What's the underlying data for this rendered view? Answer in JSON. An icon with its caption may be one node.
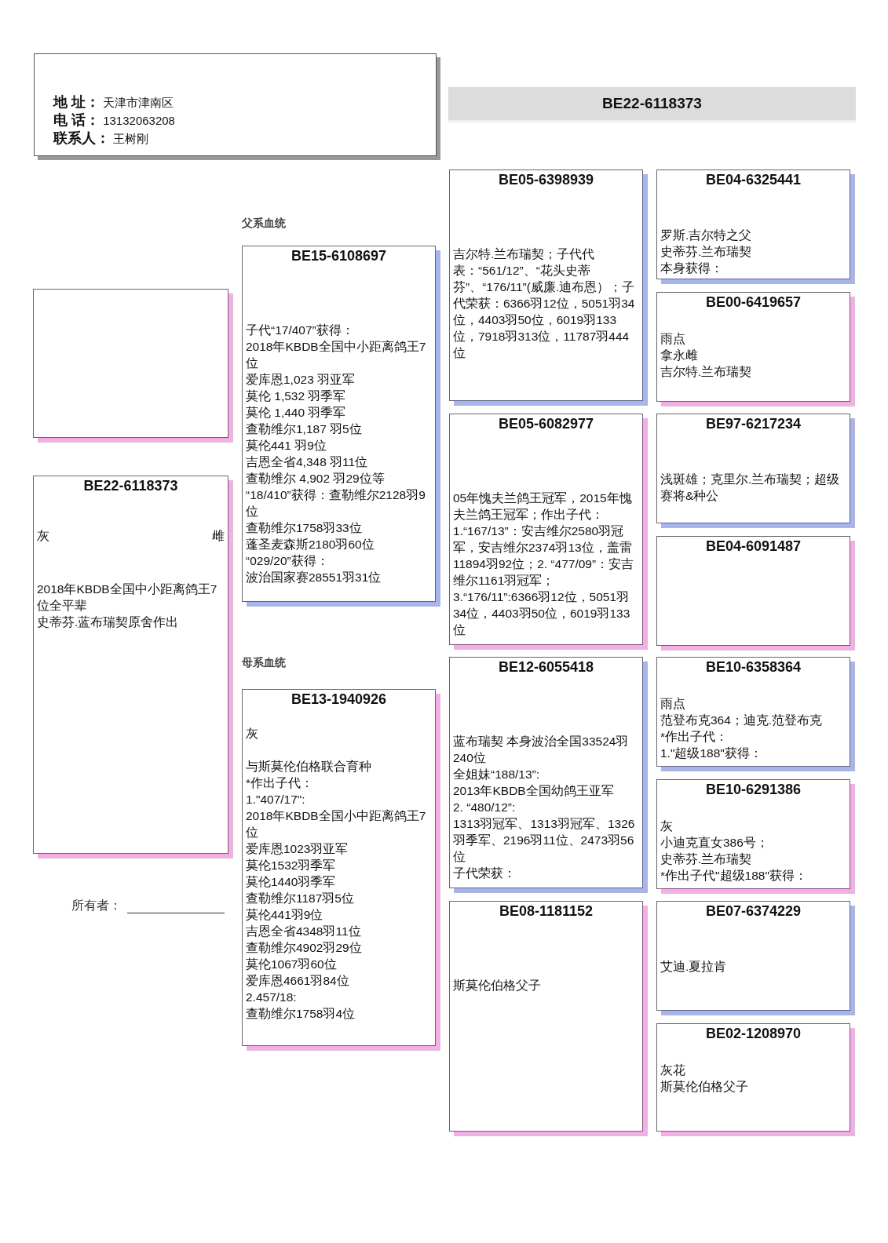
{
  "diagram": {
    "nodes": [
      {
        "text": [
          "**地 址：** 天津市津南区",
          "**电 话：** 13132063208",
          "**联系人：** 王树刚"
        ]
      },
      {
        "text": [
          "BE22-6118373"
        ]
      },
      {
        "text": [],
        "shape": "box"
      },
      {
        "text": [
          "BE22-6118373",
          "灰",
          "雌",
          "2018年KBDB全国中小距离鸽王7位全平辈",
          "史蒂芬.蓝布瑞契原舍作出"
        ]
      },
      {
        "text": [
          "BE15-6108697",
          "子代“17/407”获得：",
          "2018年KBDB全国中小距离鸽王7位",
          "爱库恩1,023 羽亚军",
          "莫伦 1,532 羽季军",
          "莫伦 1,440 羽季军",
          "查勒维尔1,187 羽5位",
          "莫伦441 羽9位",
          "吉恩全省4,348 羽11位",
          "查勒维尔 4,902 羽29位等",
          "“18/410”获得：查勒维尔2128羽9位",
          "查勒维尔1758羽33位",
          "蓬圣麦森斯2180羽60位",
          "“029/20”获得：",
          "波治国家赛28551羽31位"
        ]
      },
      {
        "text": [
          "BE13-1940926",
          "灰",
          "与斯莫伦伯格联合育种",
          "*作出子代：",
          "1.\"407/17\":",
          "2018年KBDB全国小中距离鸽王7 位",
          "爱库恩1023羽亚军",
          "莫伦1532羽季军",
          "莫伦1440羽季军",
          "查勒维尔1187羽5位",
          "莫伦441羽9位",
          "吉恩全省4348羽11位",
          "查勒维尔4902羽29位",
          "莫伦1067羽60位",
          "爱库恩4661羽84位",
          "2.457/18:",
          "查勒维尔1758羽4位"
        ]
      },
      {
        "text": [
          "BE05-6398939",
          "吉尔特.兰布瑞契；子代代表：“561/12”、“花头史蒂芬”、“176/11”(威廉.迪布恩）；子代荣获：6366羽12位，5051羽34位，4403羽50位，6019羽133位，7918羽313位，11787羽444位"
        ]
      },
      {
        "text": [
          "BE05-6082977",
          "05年愧夫兰鸽王冠军，2015年愧夫兰鸽王冠军；作出子代：1.“167/13”：安吉维尔2580羽冠军，安吉维尔2374羽13位，盖雷11894羽92位；2. “477/09”：安吉维尔1161羽冠军；3.“176/11”:6366羽12位，5051羽34位，4403羽50位，6019羽133位"
        ]
      },
      {
        "text": [
          "BE12-6055418",
          "蓝布瑞契 本身波治全国33524羽240位",
          "全姐妹“188/13”:",
          "2013年KBDB全国幼鸽王亚军",
          "2. “480/12”:",
          "1313羽冠军、1313羽冠军、1326羽季军、2196羽11位、2473羽56位",
          "子代荣获："
        ]
      },
      {
        "text": [
          "BE08-1181152",
          "斯莫伦伯格父子"
        ]
      },
      {
        "text": [
          "BE04-6325441",
          "罗斯.吉尔特之父",
          "史蒂芬.兰布瑞契",
          "本身获得："
        ]
      },
      {
        "text": [
          "BE00-6419657",
          "雨点",
          "拿永雌",
          "吉尔特.兰布瑞契"
        ]
      },
      {
        "text": [
          "BE97-6217234",
          "浅斑雄；克里尔.兰布瑞契；超级赛将&种公"
        ]
      },
      {
        "text": [
          "BE04-6091487"
        ]
      },
      {
        "text": [
          "BE10-6358364",
          "雨点",
          "范登布克364；迪克.范登布克",
          "*作出子代：",
          "1.\"超级188\"获得："
        ]
      },
      {
        "text": [
          "BE10-6291386",
          "灰",
          "小迪克直女386号；",
          "史蒂芬.兰布瑞契",
          "*作出子代\"超级188\"获得："
        ]
      },
      {
        "text": [
          "BE07-6374229",
          "艾迪.夏拉肯"
        ]
      },
      {
        "text": [
          "BE02-1208970",
          "灰花",
          "斯莫伦伯格父子"
        ]
      }
    ],
    "labels": [
      "父系血统",
      "母系血统",
      "所有者："
    ]
  }
}
